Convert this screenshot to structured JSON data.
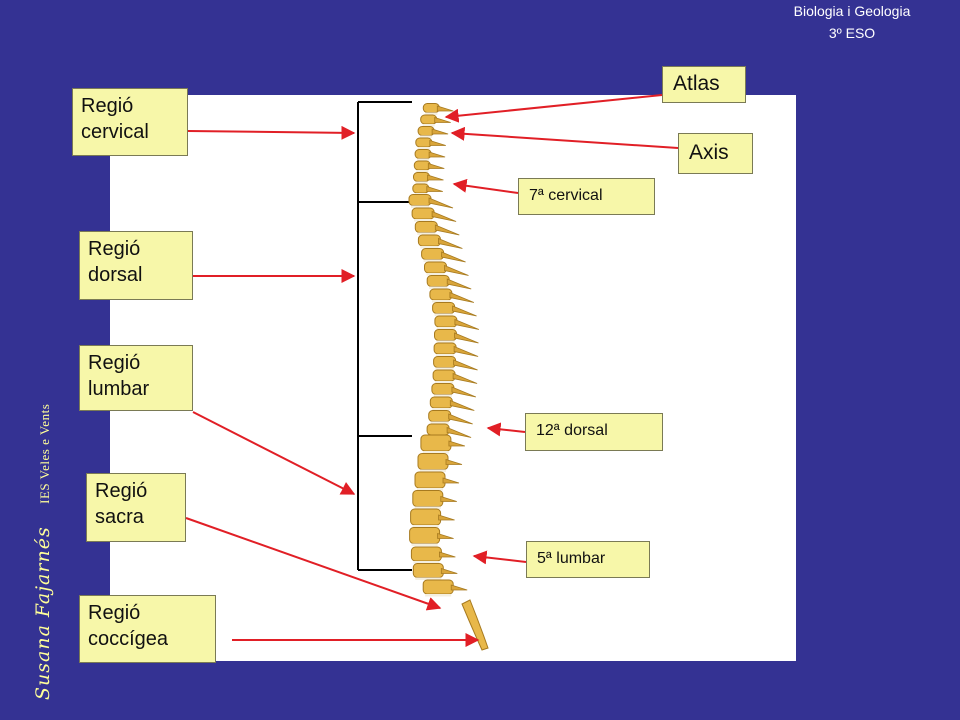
{
  "header": {
    "subject": "Biologia i Geologia",
    "level": "3º ESO"
  },
  "credit": {
    "author": "Susana Fajarnés",
    "school": "IES Veles e Vents"
  },
  "regions": [
    {
      "line1": "Regió",
      "line2": "cervical"
    },
    {
      "line1": "Regió",
      "line2": "dorsal"
    },
    {
      "line1": "Regió",
      "line2": "lumbar"
    },
    {
      "line1": "Regió",
      "line2": "sacra"
    },
    {
      "line1": "Regió",
      "line2": "coccígea"
    }
  ],
  "vertebrae": {
    "atlas": "Atlas",
    "axis": "Axis",
    "cervical7": "7ª cervical",
    "dorsal12": "12ª dorsal",
    "lumbar5": "5ª lumbar"
  },
  "colors": {
    "background": "#343293",
    "label_fill": "#f7f7a9",
    "arrow": "#e11f26",
    "bone": "#e8b84a"
  }
}
